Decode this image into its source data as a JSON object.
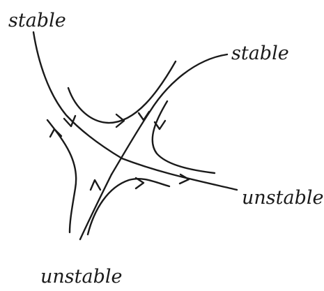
{
  "labels": {
    "stable_top_left": "stable",
    "stable_top_right": "stable",
    "unstable_right": "unstable",
    "unstable_bottom": "unstable"
  },
  "colors": {
    "ink": "#1a1a1a",
    "background": "#ffffff"
  }
}
